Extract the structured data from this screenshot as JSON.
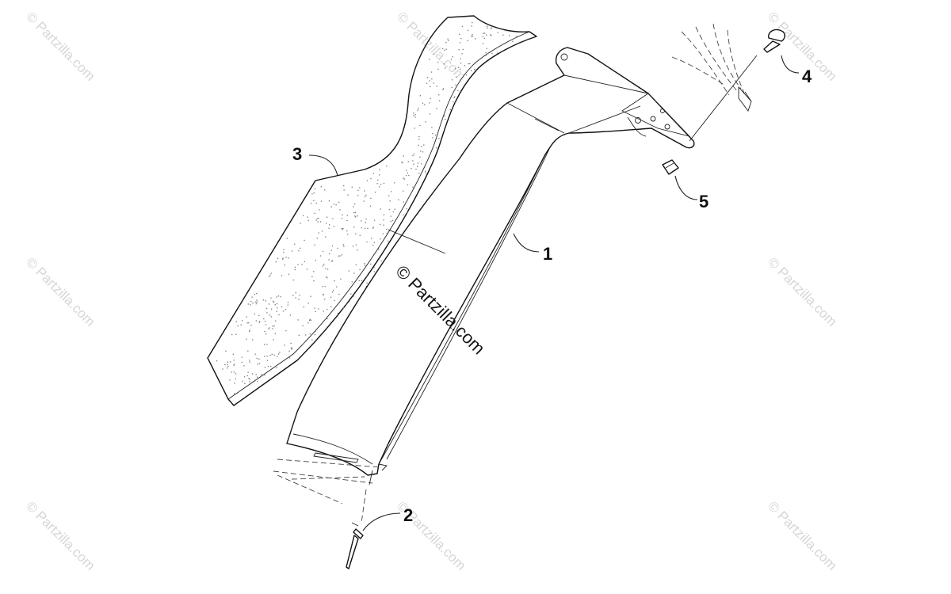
{
  "watermark": {
    "tile_text": "© Partzilla.com",
    "center_text": "© Partzilla.com"
  },
  "callouts": [
    {
      "id": "1",
      "label": "1",
      "part": "main-guard"
    },
    {
      "id": "2",
      "label": "2",
      "part": "rivet"
    },
    {
      "id": "3",
      "label": "3",
      "part": "foam-pad"
    },
    {
      "id": "4",
      "label": "4",
      "part": "screw"
    },
    {
      "id": "5",
      "label": "5",
      "part": "nut"
    }
  ],
  "colors": {
    "line": "#111111",
    "watermark": "#d6d6d6",
    "background": "#ffffff"
  }
}
